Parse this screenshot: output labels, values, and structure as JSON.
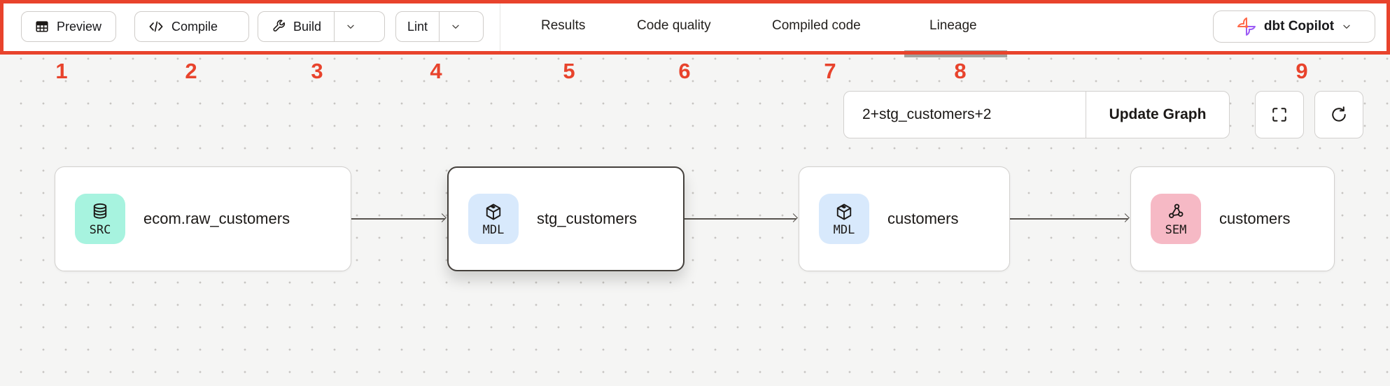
{
  "toolbar": {
    "preview_label": "Preview",
    "compile_label": "Compile",
    "build_label": "Build",
    "lint_label": "Lint",
    "tabs": [
      {
        "label": "Results",
        "active": false
      },
      {
        "label": "Code quality",
        "active": false
      },
      {
        "label": "Compiled code",
        "active": false
      },
      {
        "label": "Lineage",
        "active": true
      }
    ],
    "copilot_label": "dbt Copilot"
  },
  "annotations": {
    "color": "#E8432C",
    "numbers": [
      "1",
      "2",
      "3",
      "4",
      "5",
      "6",
      "7",
      "8",
      "9"
    ]
  },
  "lineage": {
    "filter_input_value": "2+stg_customers+2",
    "update_button_label": "Update Graph",
    "nodes": [
      {
        "badge": "SRC",
        "badge_color": "#A7F3DF",
        "icon": "database-icon",
        "label": "ecom.raw_customers",
        "selected": false
      },
      {
        "badge": "MDL",
        "badge_color": "#D8E9FC",
        "icon": "cube-icon",
        "label": "stg_customers",
        "selected": true
      },
      {
        "badge": "MDL",
        "badge_color": "#D8E9FC",
        "icon": "cube-icon",
        "label": "customers",
        "selected": false
      },
      {
        "badge": "SEM",
        "badge_color": "#F6B9C5",
        "icon": "semantic-model-icon",
        "label": "customers",
        "selected": false
      }
    ],
    "edges": [
      {
        "from": "ecom.raw_customers",
        "to": "stg_customers"
      },
      {
        "from": "stg_customers",
        "to": "customers"
      },
      {
        "from": "customers",
        "to": "customers"
      }
    ]
  },
  "colors": {
    "annotation_red": "#E8432C",
    "canvas_bg": "#F5F5F4",
    "toolbar_bg": "#FFFFFF",
    "node_border": "#D2D0CE",
    "selected_node_border": "#44403C",
    "edge": "#57534E",
    "dbt_orange": "#FF694A",
    "dbt_purple": "#9D5CF5",
    "src_badge": "#A7F3DF",
    "mdl_badge": "#D8E9FC",
    "sem_badge": "#F6B9C5"
  }
}
